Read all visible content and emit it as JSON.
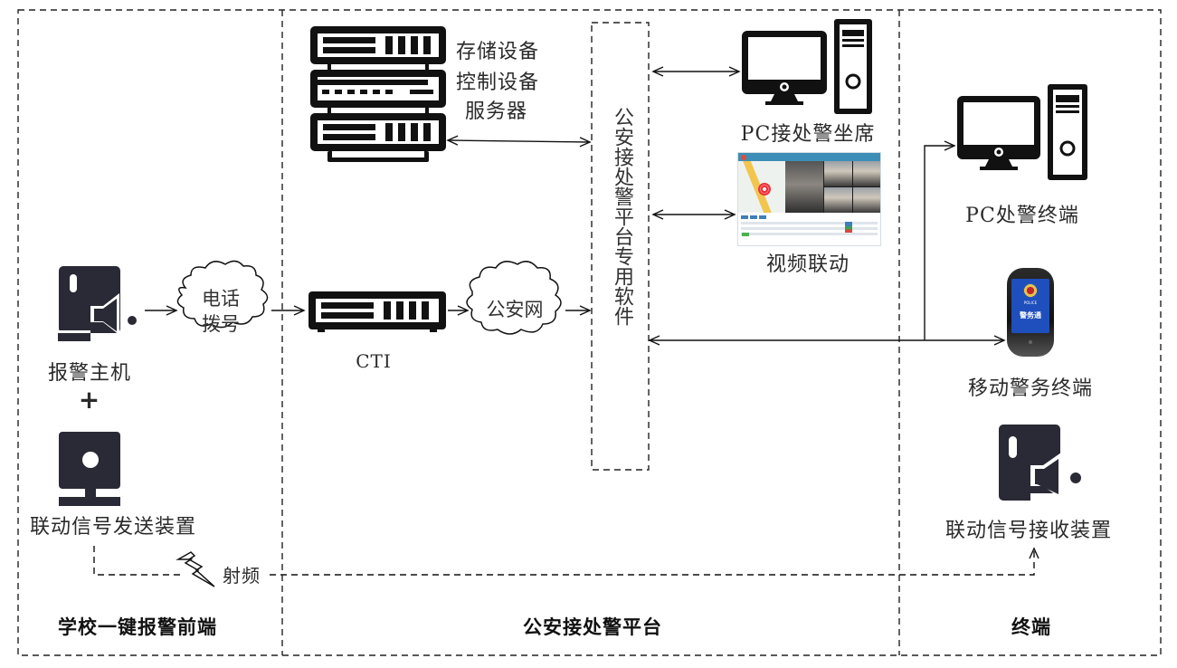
{
  "diagram": {
    "zones": [
      {
        "id": "front-end",
        "title": "学校一键报警前端"
      },
      {
        "id": "platform",
        "title": "公安接处警平台"
      },
      {
        "id": "terminal",
        "title": "终端"
      }
    ],
    "nodes": {
      "alarm_host": {
        "label": "报警主机",
        "icon": "alarm-host-icon"
      },
      "plus": {
        "label": "+"
      },
      "linkage_sender": {
        "label": "联动信号发送装置",
        "icon": "signal-sender-icon"
      },
      "phone_dial_cloud": {
        "line1": "电话",
        "line2": "拨号"
      },
      "cti": {
        "label": "CTI",
        "icon": "cti-device-icon"
      },
      "police_net_cloud": {
        "label": "公安网"
      },
      "server_rack": {
        "line1": "存储设备",
        "line2": "控制设备",
        "line3": "服务器",
        "icon": "server-rack-icon"
      },
      "platform_software": {
        "label": "公安接处警平台专用软件"
      },
      "pc_seat": {
        "label": "PC接处警坐席",
        "icon": "desktop-pc-icon"
      },
      "video_linkage": {
        "label": "视频联动",
        "icon": "video-screenshot"
      },
      "pc_terminal": {
        "label": "PC处警终端",
        "icon": "desktop-pc-icon"
      },
      "mobile_terminal": {
        "label": "移动警务终端",
        "icon": "police-phone-icon",
        "screen_caption": "POLICE",
        "screen_app": "警务通"
      },
      "linkage_receiver": {
        "label": "联动信号接收装置",
        "icon": "signal-receiver-icon"
      },
      "rf_link": {
        "label": "射频",
        "icon": "lightning-icon"
      }
    },
    "edges": [
      {
        "from": "alarm_host",
        "to": "phone_dial_cloud",
        "style": "solid",
        "arrow": "end"
      },
      {
        "from": "phone_dial_cloud",
        "to": "cti",
        "style": "solid",
        "arrow": "end"
      },
      {
        "from": "cti",
        "to": "police_net_cloud",
        "style": "solid",
        "arrow": "end"
      },
      {
        "from": "police_net_cloud",
        "to": "platform_software",
        "style": "solid",
        "arrow": "end"
      },
      {
        "from": "server_rack",
        "to": "platform_software",
        "style": "solid",
        "arrow": "both"
      },
      {
        "from": "platform_software",
        "to": "pc_seat",
        "style": "solid",
        "arrow": "both"
      },
      {
        "from": "platform_software",
        "to": "video_linkage",
        "style": "solid",
        "arrow": "both"
      },
      {
        "from": "platform_software",
        "to": "mobile_terminal",
        "style": "solid",
        "arrow": "both"
      },
      {
        "from": "platform_software",
        "to": "pc_terminal",
        "style": "solid",
        "arrow": "end"
      },
      {
        "from": "linkage_sender",
        "to": "linkage_receiver",
        "style": "dashed",
        "arrow": "end",
        "via": "rf_link"
      }
    ],
    "colors": {
      "icon_dark": "#2a2a36",
      "icon_black": "#111111",
      "line": "#111111",
      "phone_screen": "#1f4fbd",
      "video_header": "#3d8eb6"
    }
  }
}
